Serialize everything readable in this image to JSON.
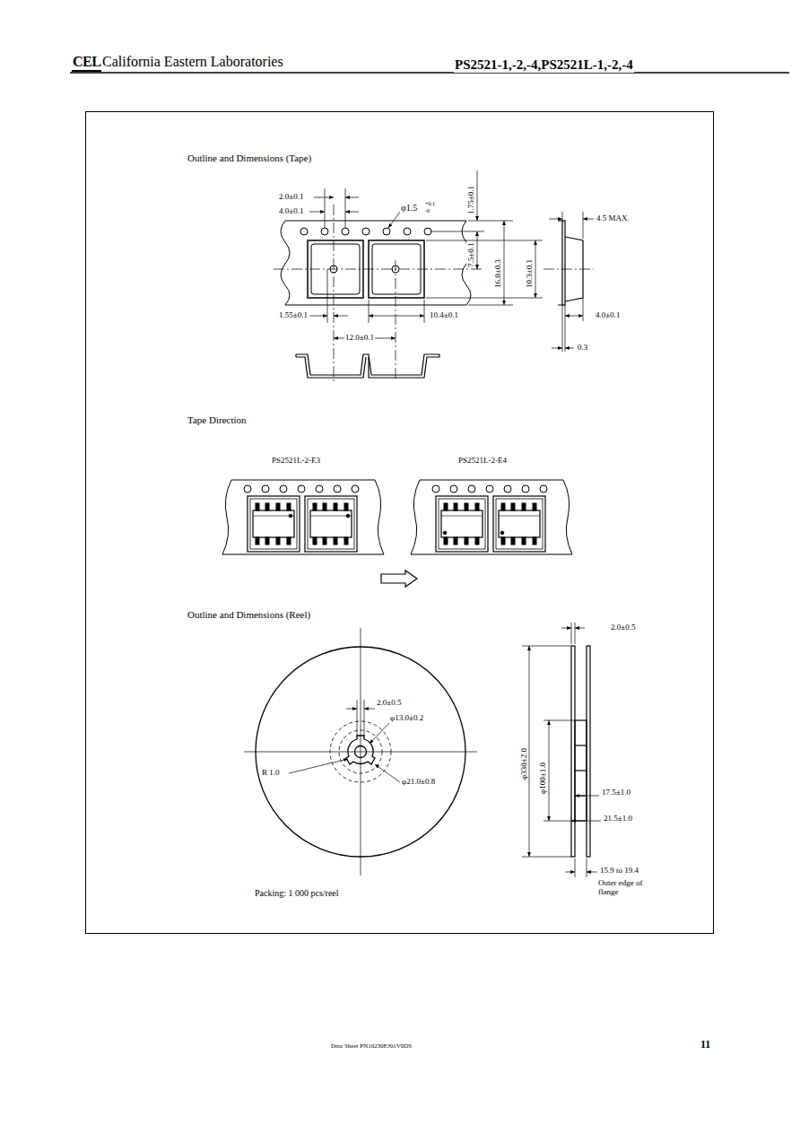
{
  "diagram": {
    "labels": [
      "CEL",
      "California Eastern Laboratories",
      "PS2521-1,-2,-4,PS2521L-1,-2,-4",
      "Outline and Dimensions (Tape)",
      "2.0±0.1",
      "4.0±0.1",
      "φ1.5",
      "+0.1",
      "-0",
      "1.75±0.1",
      "7.5±0.1",
      "16.0±0.3",
      "10.3±0.1",
      "4.5 MAX.",
      "4.0±0.1",
      "0.3",
      "1.55±0.1",
      "10.4±0.1",
      "12.0±0.1",
      "Tape Direction",
      "PS2521L-2-E3",
      "PS2521L-2-E4",
      "Outline and Dimensions (Reel)",
      "2.0±0.5",
      "φ13.0±0.2",
      "R 1.0",
      "φ21.0±0.8",
      "2.0±0.5",
      "φ330±2.0",
      "φ100±1.0",
      "17.5±1.0",
      "21.5±1.0",
      "15.9 to 19.4",
      "Outer edge of flange",
      "Packing: 1 000 pcs/reel",
      "Data Sheet PN10230EJ01V0DS",
      "11"
    ]
  }
}
